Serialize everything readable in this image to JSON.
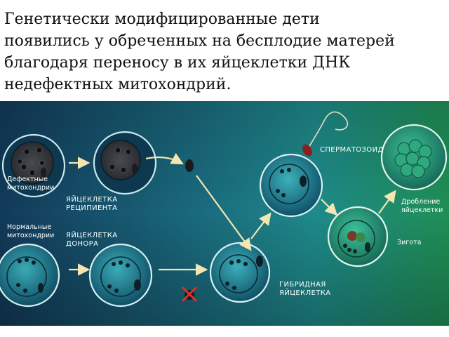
{
  "caption": {
    "line1": "Генетически модифицированные дети",
    "line2": "появились у обреченных на бесплодие матерей",
    "line3": "благодаря переносу в их яйцеклетки ДНК",
    "line4": "недефектных митохондрий."
  },
  "labels": {
    "defective_1": "Дефектные",
    "defective_2": "митохондрии",
    "normal_1": "Нормальные",
    "normal_2": "митохондрии",
    "recipient_1": "ЯЙЦЕКЛЕТКА",
    "recipient_2": "РЕЦИПИЕНТА",
    "donor_1": "ЯЙЦЕКЛЕТКА",
    "donor_2": "ДОНОРА",
    "sperm": "СПЕРМАТОЗОИД",
    "hybrid_1": "ГИБРИДНАЯ",
    "hybrid_2": "ЯЙЦЕКЛЕТКА",
    "cleavage_1": "Дробление",
    "cleavage_2": "яйцеклетки",
    "zygote": "Зигота"
  },
  "colors": {
    "bg_dark": "#123a5a",
    "bg_teal": "#1e8a8a",
    "bg_green": "#1f8f55",
    "arrow": "#f3e6b0",
    "reject_x": "#d8342c"
  }
}
